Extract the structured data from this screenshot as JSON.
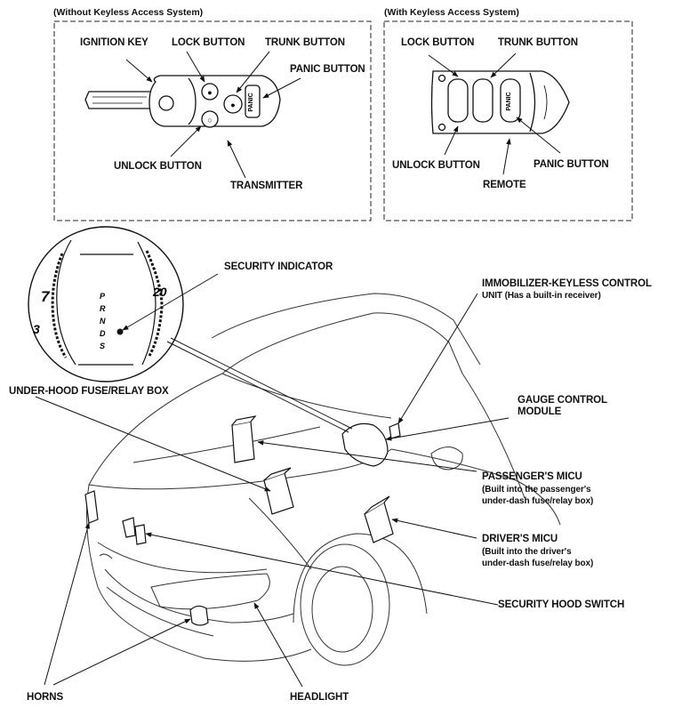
{
  "panels": {
    "left": {
      "caption": "(Without Keyless Access System)",
      "ignition_key": "IGNITION KEY",
      "lock_button": "LOCK BUTTON",
      "trunk_button": "TRUNK BUTTON",
      "panic_button": "PANIC BUTTON",
      "unlock_button": "UNLOCK BUTTON",
      "transmitter": "TRANSMITTER",
      "panic_key_text": "PANIC"
    },
    "right": {
      "caption": "(With Keyless Access System)",
      "lock_button": "LOCK BUTTON",
      "trunk_button": "TRUNK BUTTON",
      "unlock_button": "UNLOCK BUTTON",
      "panic_button": "PANIC BUTTON",
      "remote": "REMOTE",
      "panic_key_text": "PANIC"
    }
  },
  "gauge": {
    "security_indicator": "SECURITY INDICATOR",
    "num_left": "7",
    "num_right": "20",
    "num_low": "3",
    "gears": [
      "P",
      "R",
      "N",
      "D",
      "S"
    ]
  },
  "labels": {
    "immobilizer_line1": "IMMOBILIZER-KEYLESS CONTROL",
    "immobilizer_line2": "UNIT (Has a built-in receiver)",
    "under_hood_fuse": "UNDER-HOOD FUSE/RELAY BOX",
    "gauge_control_line1": "GAUGE CONTROL",
    "gauge_control_line2": "MODULE",
    "passenger_micu": "PASSENGER'S MICU",
    "passenger_micu_sub1": "(Built into the passenger's",
    "passenger_micu_sub2": "under-dash fuse/relay box)",
    "driver_micu": "DRIVER'S MICU",
    "driver_micu_sub1": "(Built into the driver's",
    "driver_micu_sub2": "under-dash fuse/relay box)",
    "security_hood_switch": "SECURITY HOOD SWITCH",
    "horns": "HORNS",
    "headlight": "HEADLIGHT"
  }
}
